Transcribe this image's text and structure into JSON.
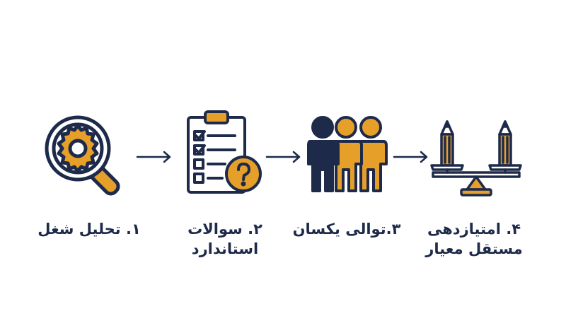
{
  "colors": {
    "navy": "#1e2a4a",
    "orange": "#e6a02a",
    "white": "#ffffff"
  },
  "steps": [
    {
      "label": "۱. تحلیل شغل",
      "icon": "magnifier-gear-icon"
    },
    {
      "label": "۲. سوالات\nاستاندارد",
      "icon": "checklist-question-icon"
    },
    {
      "label": "۳.توالی یکسان",
      "icon": "people-group-icon"
    },
    {
      "label": "۴. امتیازدهی\nمستقل معیار",
      "icon": "pencil-scale-icon"
    }
  ]
}
